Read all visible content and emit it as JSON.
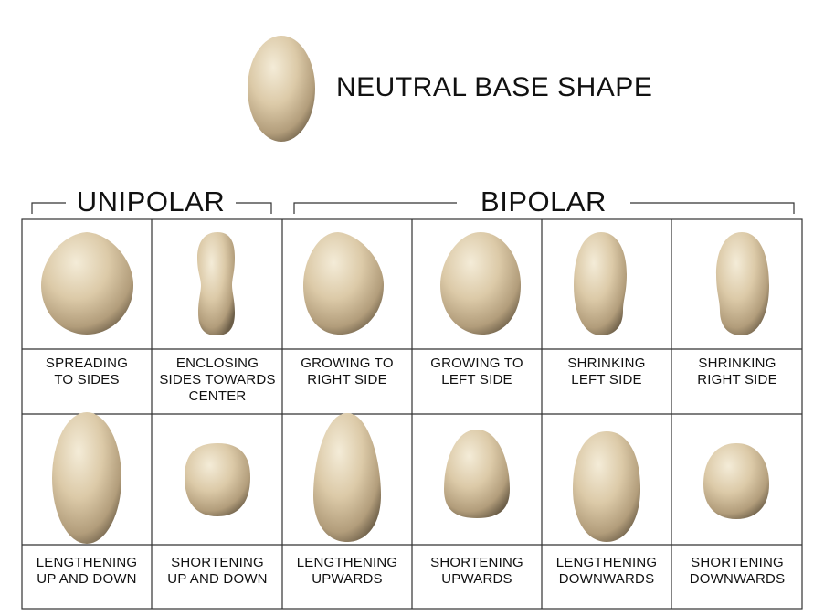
{
  "neutral": {
    "label": "NEUTRAL BASE SHAPE"
  },
  "groups": {
    "unipolar": "UNIPOLAR",
    "bipolar": "BIPOLAR"
  },
  "colors": {
    "shape_light": "#f2e8d2",
    "shape_mid": "#cdb996",
    "shape_dark": "#6c5e48",
    "grid": "#333333"
  },
  "row1": [
    {
      "label": "SPREADING\nTO SIDES"
    },
    {
      "label": "ENCLOSING\nSIDES TOWARDS\nCENTER"
    },
    {
      "label": "GROWING TO\nRIGHT SIDE"
    },
    {
      "label": "GROWING TO\nLEFT SIDE"
    },
    {
      "label": "SHRINKING\nLEFT SIDE"
    },
    {
      "label": "SHRINKING\nRIGHT SIDE"
    }
  ],
  "row2": [
    {
      "label": "LENGTHENING\nUP AND DOWN"
    },
    {
      "label": "SHORTENING\nUP AND DOWN"
    },
    {
      "label": "LENGTHENING\nUPWARDS"
    },
    {
      "label": "SHORTENING\nUPWARDS"
    },
    {
      "label": "LENGTHENING\nDOWNWARDS"
    },
    {
      "label": "SHORTENING\nDOWNWARDS"
    }
  ]
}
